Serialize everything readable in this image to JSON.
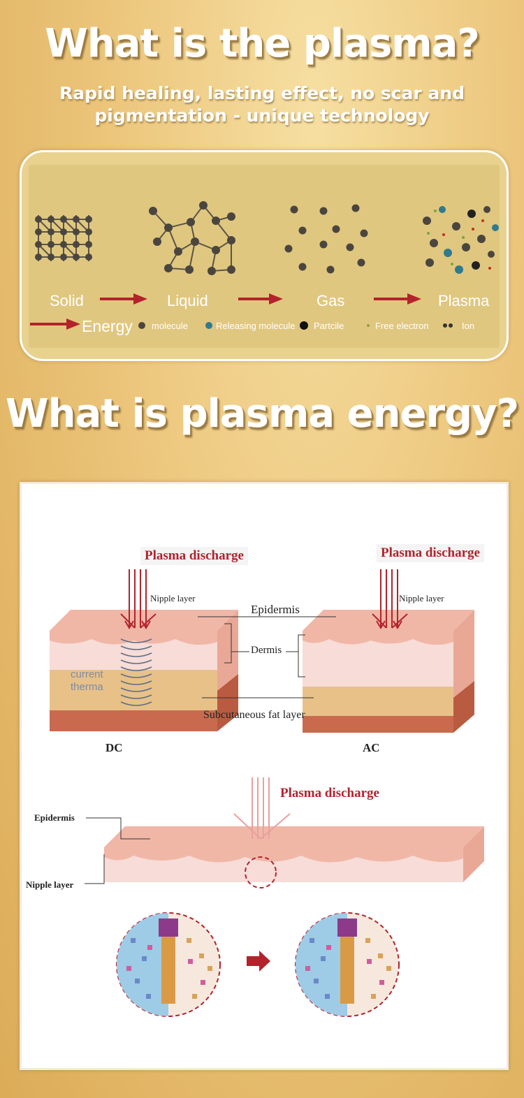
{
  "header": {
    "title": "What is the plasma?",
    "subtitle_line1": "Rapid healing, lasting effect, no scar and",
    "subtitle_line2": "pigmentation - unique technology"
  },
  "states": {
    "labels": [
      "Solid",
      "Liquid",
      "Gas",
      "Plasma"
    ],
    "energy_label": "Energy",
    "legend": [
      "molecule",
      "Releasing molecule",
      "Partcile",
      "Free electron",
      "Ion"
    ]
  },
  "section2": {
    "title": "What is plasma energy?"
  },
  "diagram": {
    "discharge_dc": "Plasma discharge",
    "discharge_ac": "Plasma discharge",
    "discharge_bottom": "Plasma discharge",
    "nipple_dc": "Nipple layer",
    "nipple_ac": "Nipple layer",
    "epidermis_mid": "Epidermis",
    "dermis_mid": "Dermis",
    "subcutaneous": "Subcutaneous fat layer",
    "current_line1": "current",
    "current_line2": "therma",
    "dc": "DC",
    "ac": "AC",
    "epidermis_left": "Epidermis",
    "nipple_left": "Nipple layer"
  },
  "colors": {
    "arrow_red": "#b3232b",
    "skin_top": "#f0b7a7",
    "skin_dermis": "#f7dcd8",
    "fat_layer": "#e8c189",
    "muscle": "#c96a4e",
    "discharge_text": "#b0232f"
  }
}
